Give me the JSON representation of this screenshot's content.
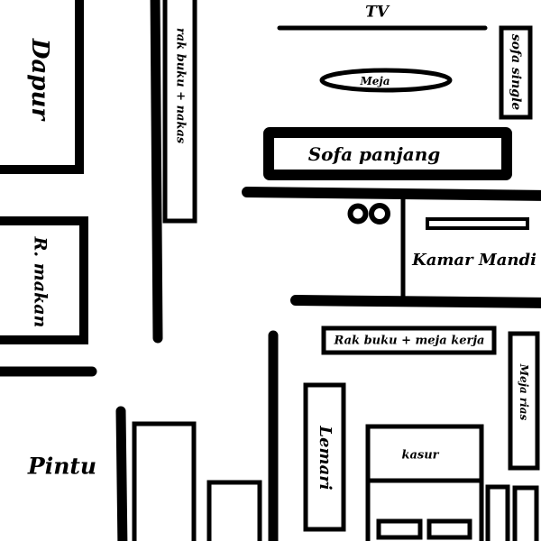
{
  "colors": {
    "ink": "#000000",
    "paper": "#ffffff"
  },
  "labels": {
    "tv": "TV",
    "sofa_single": "sofa single",
    "meja": "Meja",
    "dapur": "Dapur",
    "rak_buku_nakas": "rak buku + nakas",
    "sofa_panjang": "Sofa panjang",
    "kamar_mandi": "Kamar Mandi",
    "r_makan": "R. makan",
    "rak_buku_meja_kerja": "Rak buku + meja kerja",
    "meja_rias": "Meja rias",
    "lemari": "Lemari",
    "kasur": "kasur",
    "pintu": "Pintu"
  }
}
